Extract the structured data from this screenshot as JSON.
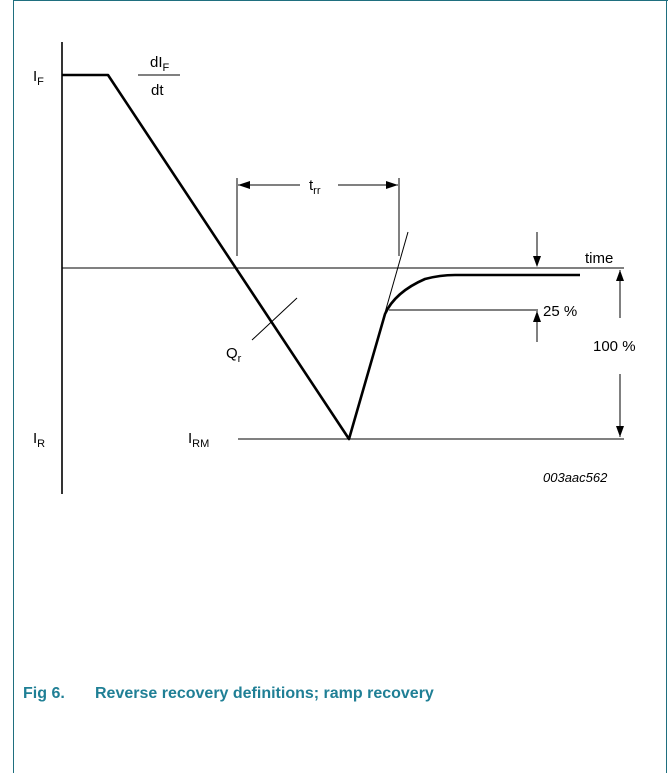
{
  "labels": {
    "if_main": "I",
    "if_sub": "F",
    "di_main": "dI",
    "di_sub": "F",
    "dt": "dt",
    "trr_main": "t",
    "trr_sub": "rr",
    "time": "time",
    "pct25": "25 %",
    "pct100": "100 %",
    "qr_main": "Q",
    "qr_sub": "r",
    "ir_main": "I",
    "ir_sub": "R",
    "irm_main": "I",
    "irm_sub": "RM",
    "code": "003aac562"
  },
  "caption": {
    "number": "Fig 6.",
    "title": "Reverse recovery definitions; ramp recovery"
  },
  "colors": {
    "frame": "#1f6f7f",
    "caption": "#1f7f95",
    "lines": "#000000"
  }
}
